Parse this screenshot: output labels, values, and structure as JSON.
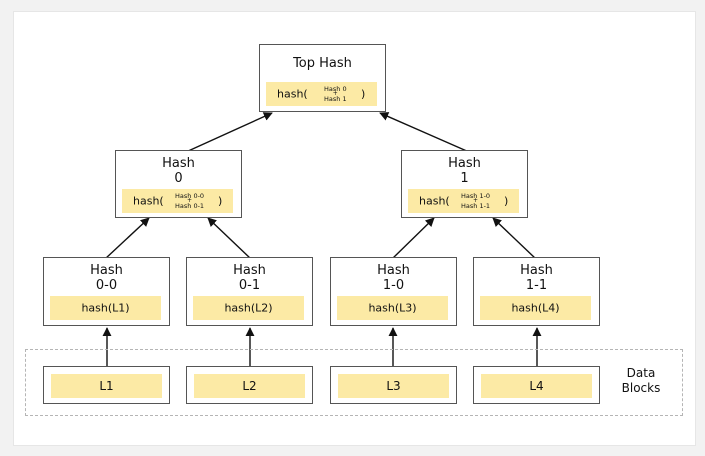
{
  "top": {
    "title": "Top Hash",
    "fn": "hash(",
    "a": "Hash 0",
    "op": "+",
    "b": "Hash 1",
    "close": ")"
  },
  "h0": {
    "title": "Hash",
    "sub": "0",
    "fn": "hash(",
    "a": "Hash 0-0",
    "op": "+",
    "b": "Hash 0-1",
    "close": ")"
  },
  "h1": {
    "title": "Hash",
    "sub": "1",
    "fn": "hash(",
    "a": "Hash 1-0",
    "op": "+",
    "b": "Hash 1-1",
    "close": ")"
  },
  "leaves": [
    {
      "title": "Hash",
      "sub": "0-0",
      "fn": "hash(L1)"
    },
    {
      "title": "Hash",
      "sub": "0-1",
      "fn": "hash(L2)"
    },
    {
      "title": "Hash",
      "sub": "1-0",
      "fn": "hash(L3)"
    },
    {
      "title": "Hash",
      "sub": "1-1",
      "fn": "hash(L4)"
    }
  ],
  "blocks": [
    "L1",
    "L2",
    "L3",
    "L4"
  ],
  "data_blocks_label": [
    "Data",
    "Blocks"
  ],
  "colors": {
    "highlight": "#fceaa5",
    "border": "#555555",
    "arrow": "#111111",
    "dashed": "#b5b5b5"
  }
}
